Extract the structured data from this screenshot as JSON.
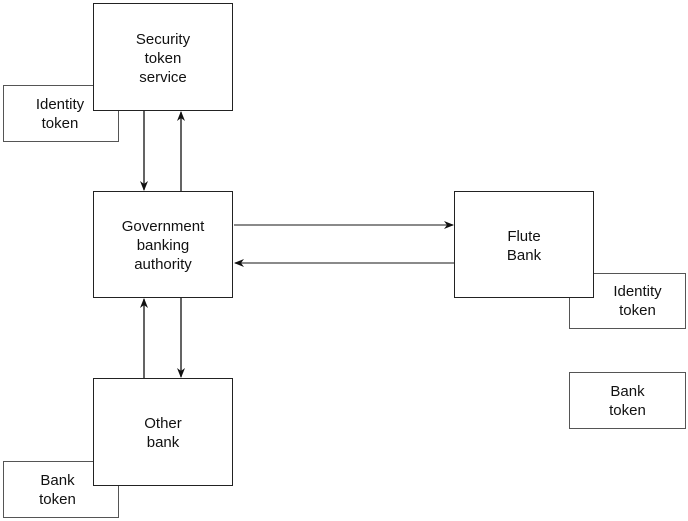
{
  "diagram": {
    "nodes": {
      "sts": {
        "lines": [
          "Security",
          "token",
          "service"
        ]
      },
      "gba": {
        "lines": [
          "Government",
          "banking",
          "authority"
        ]
      },
      "flute": {
        "lines": [
          "Flute",
          "Bank"
        ]
      },
      "other": {
        "lines": [
          "Other",
          "bank"
        ]
      },
      "identity_token_sts": {
        "lines": [
          "Identity",
          "token"
        ]
      },
      "identity_token_flute": {
        "lines": [
          "Identity",
          "token"
        ]
      },
      "bank_token_other": {
        "lines": [
          "Bank",
          "token"
        ]
      },
      "bank_token_right": {
        "lines": [
          "Bank",
          "token"
        ]
      }
    },
    "edges": [
      {
        "from": "sts",
        "to": "gba"
      },
      {
        "from": "gba",
        "to": "sts"
      },
      {
        "from": "gba",
        "to": "flute"
      },
      {
        "from": "flute",
        "to": "gba"
      },
      {
        "from": "other",
        "to": "gba"
      },
      {
        "from": "gba",
        "to": "other"
      }
    ],
    "colors": {
      "line": "#111111",
      "token_border": "#555555"
    }
  }
}
